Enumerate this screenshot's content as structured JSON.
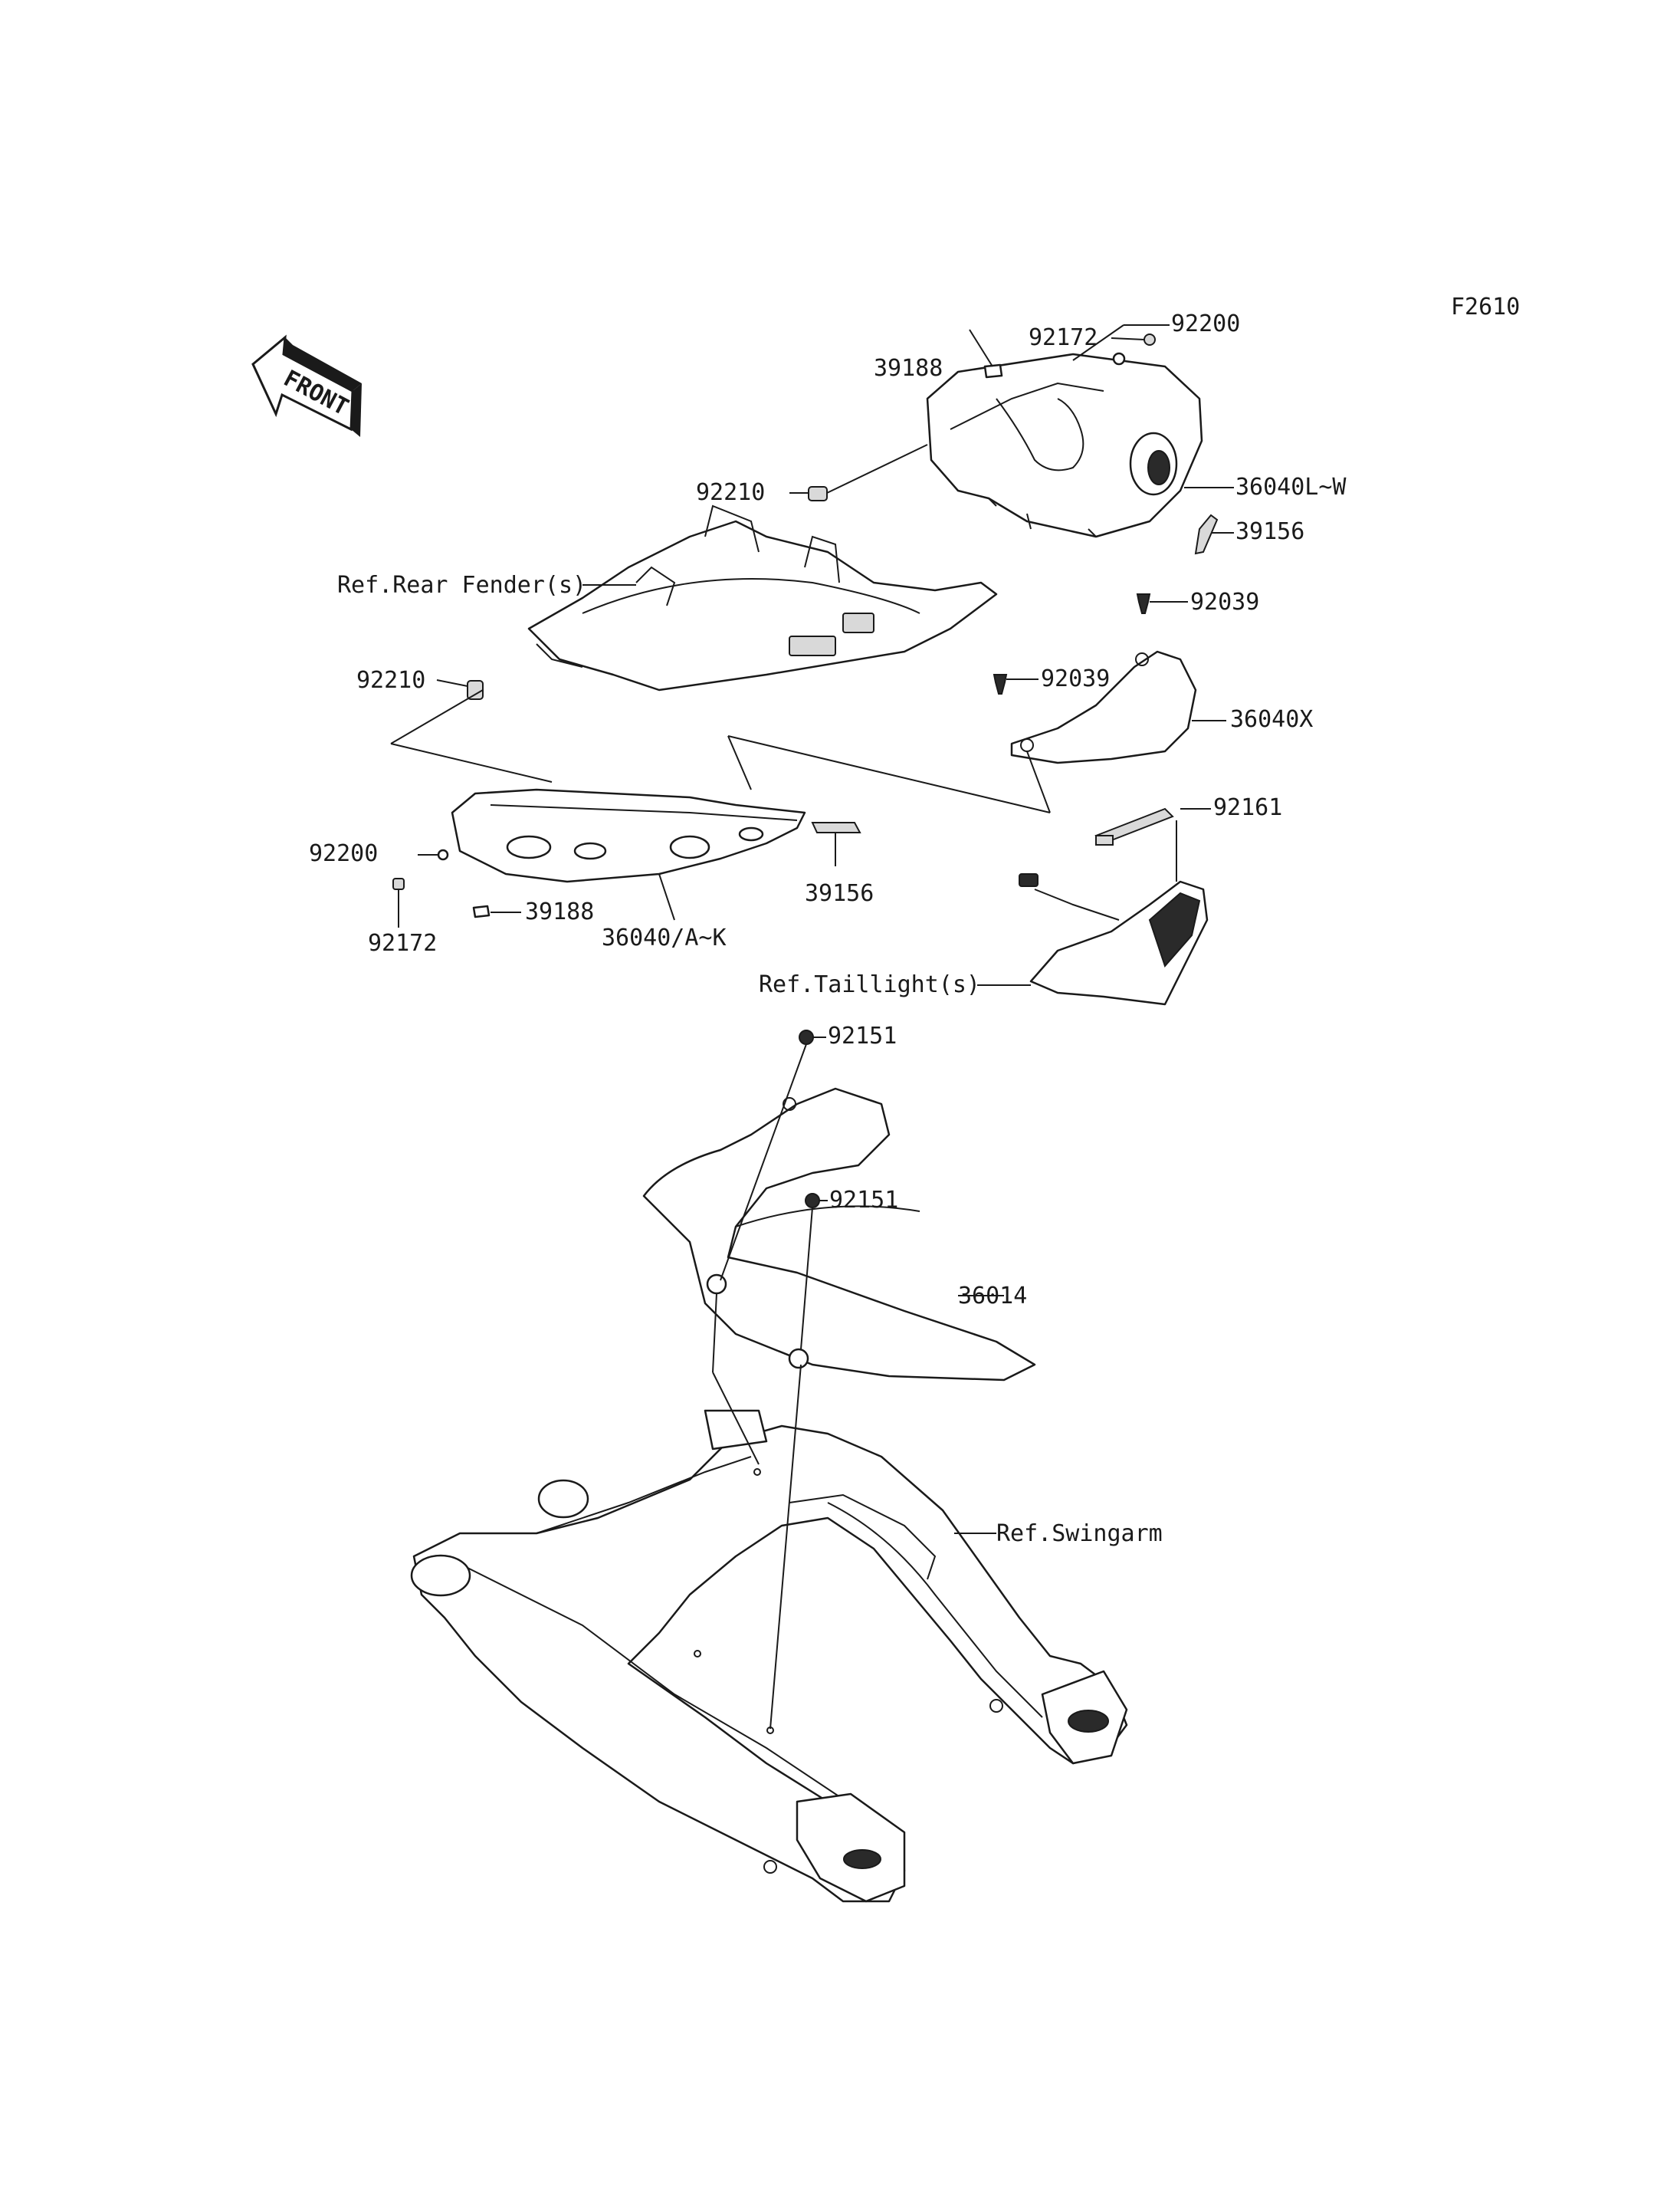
{
  "figure_code": "F2610",
  "front_label": "FRONT",
  "labels": {
    "top_92172": "92172",
    "top_39188": "39188",
    "top_92200": "92200",
    "top_92210": "92210",
    "right_36040LW": "36040L~W",
    "right_39156": "39156",
    "ref_rear_fender": "Ref.Rear Fender(s)",
    "upper_92039": "92039",
    "mid_92039": "92039",
    "left_92210": "92210",
    "right_36040X": "36040X",
    "right_92161": "92161",
    "left_92200": "92200",
    "left_39188": "39188",
    "left_39156": "39156",
    "left_92172": "92172",
    "left_36040AK": "36040/A~K",
    "ref_taillight": "Ref.Taillight(s)",
    "upper_92151": "92151",
    "lower_92151": "92151",
    "guard_36014": "36014",
    "ref_swingarm": "Ref.Swingarm"
  }
}
